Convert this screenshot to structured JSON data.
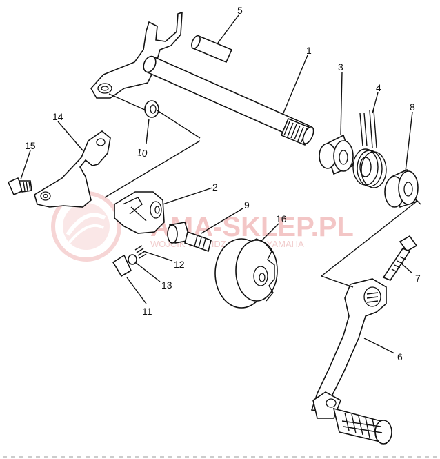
{
  "watermark": {
    "main": "AMA-SKLEP.PL",
    "sub": "WOJCIK WOWIDZ DEALER YAMAHA",
    "color": "#f3c6c6"
  },
  "labels": {
    "p1": "1",
    "p2": "2",
    "p3": "3",
    "p4": "4",
    "p5": "5",
    "p6": "6",
    "p7": "7",
    "p8": "8",
    "p9": "9",
    "p10": "10",
    "p11": "11",
    "p12": "12",
    "p13": "13",
    "p14": "14",
    "p15": "15",
    "p16": "16"
  }
}
